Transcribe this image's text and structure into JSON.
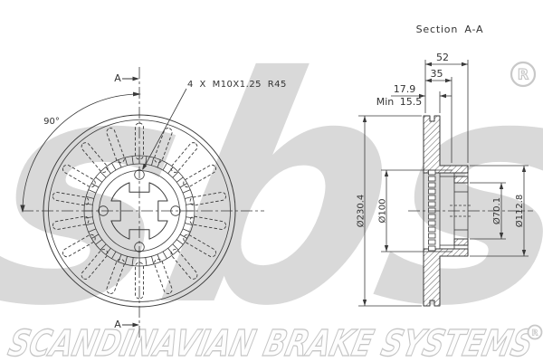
{
  "drawing": {
    "section_title": "Section A-A",
    "cut_plane_label": "A",
    "front_view": {
      "angle_label": "90°",
      "bolt_spec": "4 X M10X1.25 R45"
    },
    "dimensions": {
      "overall_width": "52",
      "hat_depth": "35",
      "disc_thickness": "17.9",
      "min_thickness": "Min 15.5",
      "outer_diameter": "Ø230.4",
      "bolt_circle_diameter": "Ø100",
      "centre_bore_diameter": "Ø70.1",
      "hub_diameter": "Ø112.8"
    }
  },
  "branding": {
    "logo_text": "sbs",
    "registered": "R",
    "tagline": "SCANDINAVIAN BRAKE SYSTEMS"
  },
  "colors": {
    "line": "#3a3a3a",
    "watermark": "#d9d9d9",
    "outline_text": "#c5c5c5",
    "background": "#ffffff"
  }
}
